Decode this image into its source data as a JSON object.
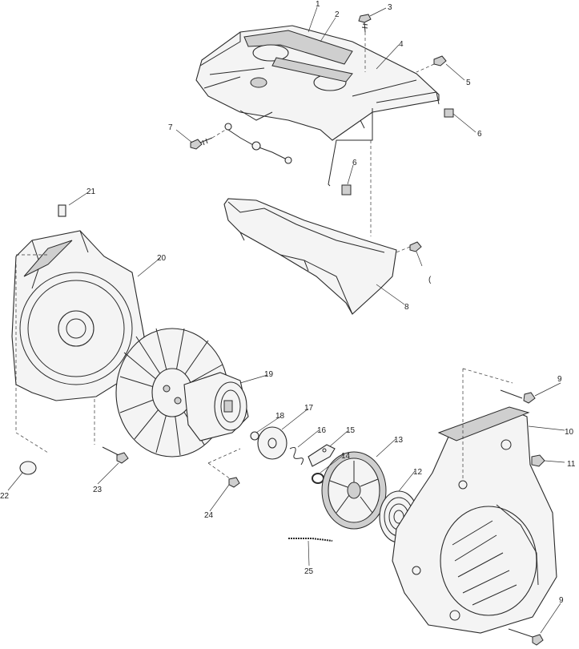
{
  "callouts": {
    "c1": "1",
    "c2": "2",
    "c3": "3",
    "c4": "4",
    "c5": "5",
    "c6a": "6",
    "c6b": "6",
    "c7": "7",
    "c6c": "(",
    "c8": "8",
    "c9a": "9",
    "c9b": "9",
    "c10": "10",
    "c11": "11",
    "c12": "12",
    "c13": "13",
    "c14": "14",
    "c15": "15",
    "c16": "16",
    "c17": "17",
    "c18": "18",
    "c19": "19",
    "c20": "20",
    "c21": "21",
    "c22": "22",
    "c23": "23",
    "c24": "24",
    "c25": "25"
  }
}
